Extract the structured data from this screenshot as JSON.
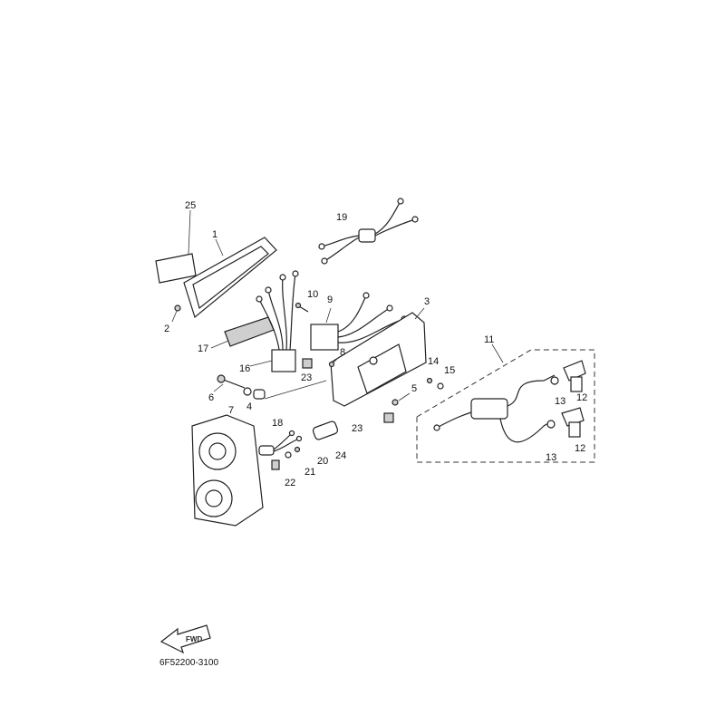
{
  "diagram": {
    "callouts": {
      "c1": "1",
      "c2": "2",
      "c3": "3",
      "c4": "4",
      "c5": "5",
      "c6": "6",
      "c7": "7",
      "c8": "8",
      "c9": "9",
      "c10": "10",
      "c11": "11",
      "c12a": "12",
      "c12b": "12",
      "c13a": "13",
      "c13b": "13",
      "c14": "14",
      "c15": "15",
      "c16": "16",
      "c17": "17",
      "c18": "18",
      "c19": "19",
      "c20": "20",
      "c21": "21",
      "c22": "22",
      "c23a": "23",
      "c23b": "23",
      "c24": "24",
      "c25": "25"
    },
    "fwd_label": "FWD",
    "part_code": "6F52200-3100"
  },
  "icons": {
    "forward": "arrow-left-icon"
  }
}
